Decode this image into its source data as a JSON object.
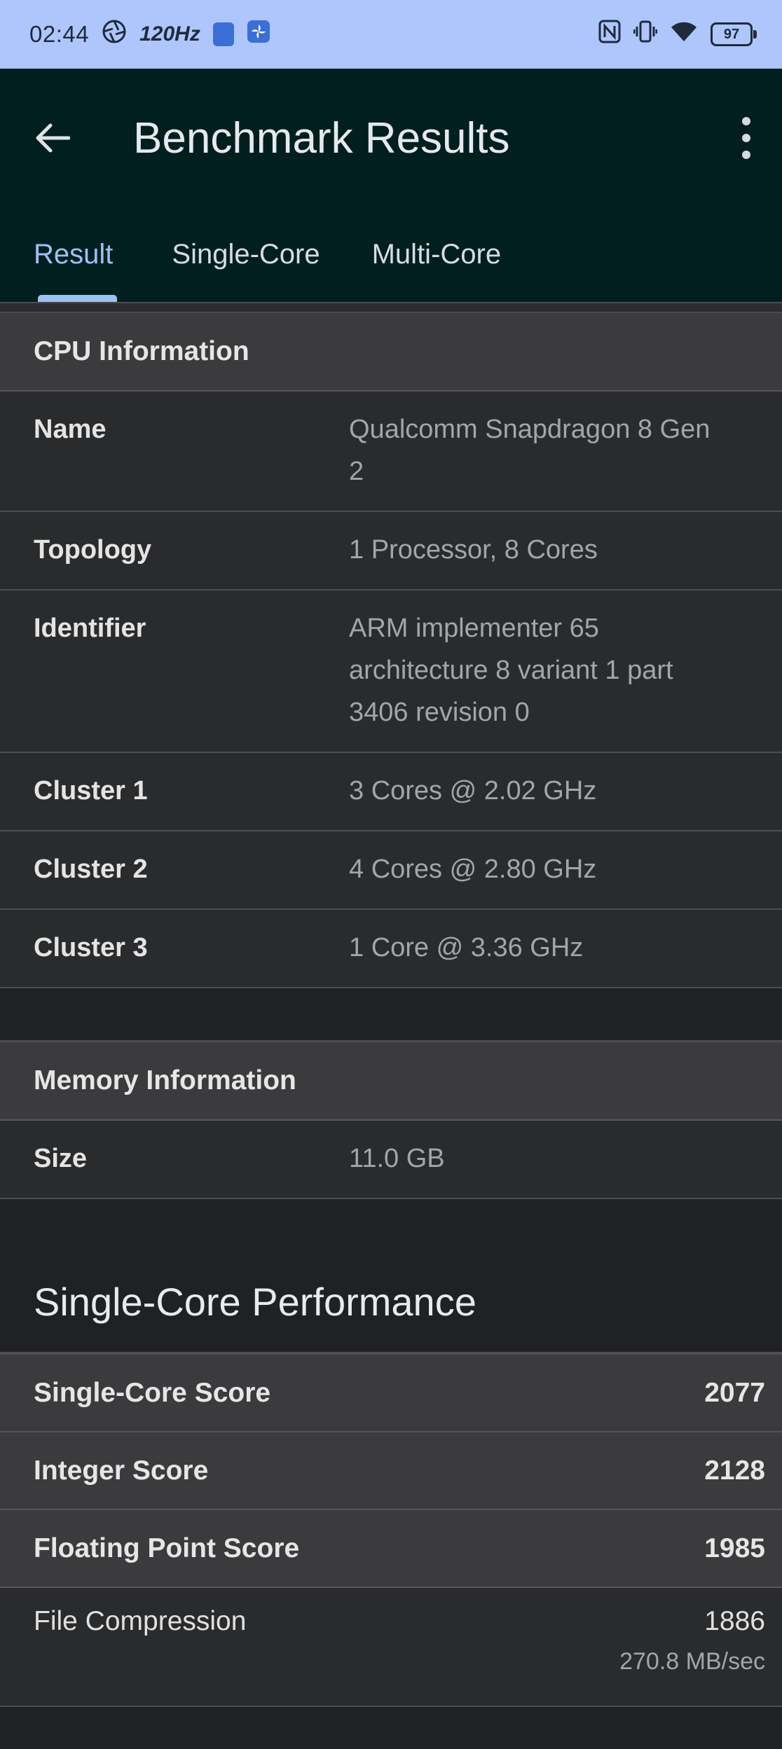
{
  "status_bar": {
    "time": "02:44",
    "refresh_rate": "120Hz",
    "battery": "97"
  },
  "app_bar": {
    "title": "Benchmark Results"
  },
  "tabs": [
    {
      "label": "Result",
      "active": true
    },
    {
      "label": "Single-Core",
      "active": false
    },
    {
      "label": "Multi-Core",
      "active": false
    }
  ],
  "cpu": {
    "header": "CPU Information",
    "rows": [
      {
        "label": "Name",
        "value": "Qualcomm Snapdragon 8 Gen 2"
      },
      {
        "label": "Topology",
        "value": "1 Processor, 8 Cores"
      },
      {
        "label": "Identifier",
        "value": "ARM implementer 65 architecture 8 variant 1 part 3406 revision 0"
      },
      {
        "label": "Cluster 1",
        "value": "3 Cores @ 2.02 GHz"
      },
      {
        "label": "Cluster 2",
        "value": "4 Cores @ 2.80 GHz"
      },
      {
        "label": "Cluster 3",
        "value": "1 Core @ 3.36 GHz"
      }
    ]
  },
  "memory": {
    "header": "Memory Information",
    "rows": [
      {
        "label": "Size",
        "value": "11.0 GB"
      }
    ]
  },
  "single_core": {
    "title": "Single-Core Performance",
    "scores": [
      {
        "label": "Single-Core Score",
        "value": "2077"
      },
      {
        "label": "Integer Score",
        "value": "2128"
      },
      {
        "label": "Floating Point Score",
        "value": "1985"
      }
    ],
    "details": [
      {
        "label": "File Compression",
        "value": "1886",
        "sub": "270.8 MB/sec"
      }
    ]
  },
  "colors": {
    "status_bar": "#aec6fb",
    "app_bar": "#021f20",
    "accent": "#9fc0f2",
    "background": "#202123"
  }
}
